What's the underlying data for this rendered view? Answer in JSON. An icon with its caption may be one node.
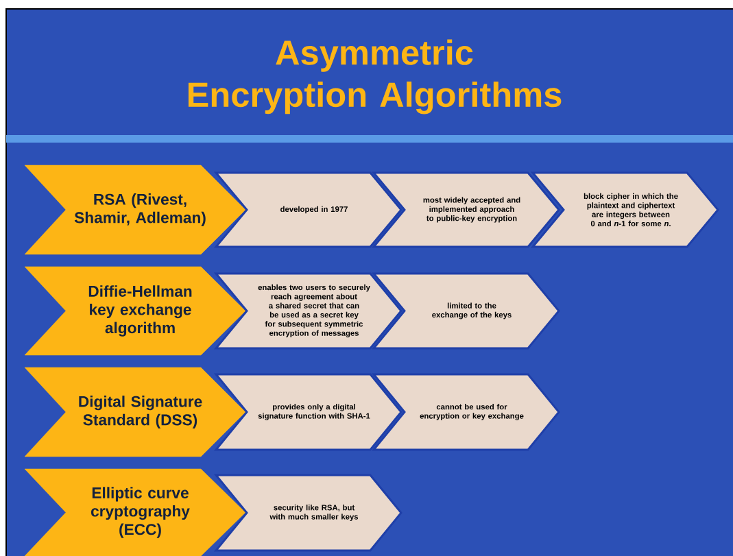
{
  "diagram": {
    "title": "Asymmetric Encryption Algorithms",
    "nodes": [
      {
        "text": [
          "RSA (Rivest, Shamir, Adleman)"
        ]
      },
      {
        "text": [
          "developed in 1977"
        ]
      },
      {
        "text": [
          "most widely accepted and implemented approach to public-key encryption"
        ]
      },
      {
        "text": [
          "block cipher in which the plaintext and ciphertext are integers between 0 and *n*-1 for some *n*."
        ]
      },
      {
        "text": [
          "Diffie-Hellman key exchange algorithm"
        ]
      },
      {
        "text": [
          "enables two users to securely reach agreement about a shared secret that can be used as a secret key for subsequent symmetric encryption of messages"
        ]
      },
      {
        "text": [
          "limited to the exchange of the keys"
        ]
      },
      {
        "text": [
          "Digital Signature Standard (DSS)"
        ]
      },
      {
        "text": [
          "provides only a digital signature function with SHA-1"
        ]
      },
      {
        "text": [
          "cannot be used for encryption or key exchange"
        ]
      },
      {
        "text": [
          "Elliptic curve cryptography (ECC)"
        ]
      },
      {
        "text": [
          "security like RSA, but with much smaller keys"
        ]
      }
    ]
  }
}
